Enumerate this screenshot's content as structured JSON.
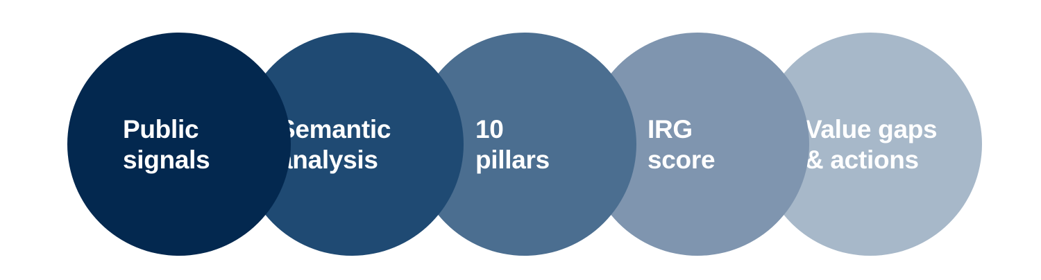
{
  "steps": [
    {
      "line1": "Public",
      "line2": "signals",
      "color": "#03284f"
    },
    {
      "line1": "Semantic",
      "line2": "analysis",
      "color": "#1f4a73"
    },
    {
      "line1": "10",
      "line2": "pillars",
      "color": "#4b6e90"
    },
    {
      "line1": "IRG",
      "line2": "score",
      "color": "#7f95af"
    },
    {
      "line1": "Value gaps",
      "line2": "& actions",
      "color": "#a7b8c9"
    }
  ]
}
